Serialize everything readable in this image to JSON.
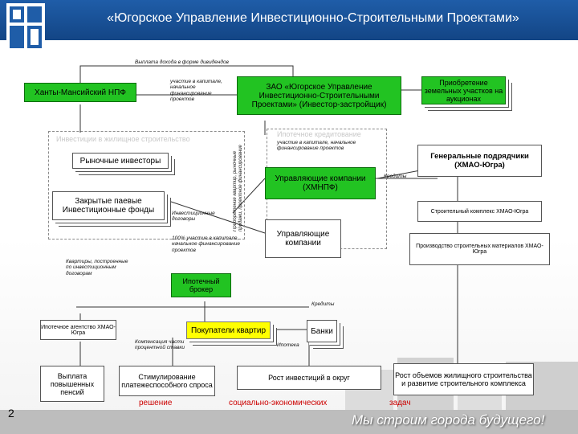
{
  "header": {
    "title": "«Югорское Управление Инвестиционно-Строительными Проектами»"
  },
  "boxes": {
    "npf": "Ханты-Мансийский НПФ",
    "zao": "ЗАО «Югорское Управление Инвестиционно-Строительными Проектами» (Инвестор-застройщик)",
    "land": "Приобретение земельных участков на аукционах",
    "market": "Рыночные инвесторы",
    "funds": "Закрытые паевые Инвестиционные фонды",
    "mgmt1": "Управляющие компании (ХМНПФ)",
    "mgmt2": "Управляющие компании",
    "contractors": "Генеральные подрядчики (ХМАО-Югра)",
    "complex": "Строительный комплекс ХМАО-Югра",
    "production": "Производство строительных материалов ХМАО-Югра",
    "broker": "Ипотечный брокер",
    "agency": "Ипотечное агентство ХМАО-Югра",
    "buyers": "Покупатели квартир",
    "banks": "Банки",
    "pensions": "Выплата повышенных пенсий",
    "stimul": "Стимулирование платежеспособного спроса",
    "growth_inv": "Рост инвестиций в округ",
    "growth_vol": "Рост объемов жилищного строительства и развитие строительного комплекса"
  },
  "annotations": {
    "dividends": "Выплата дохода в форме дивидендов",
    "participation1": "участие в капитале, начальное финансирование проектов",
    "invest_housing": "Инвестиции в жилищное строительство",
    "ipoteka": "Ипотечное кредитование",
    "participation2": "участие в капитале, начальное финансирование проектов",
    "vertical": "Приобретение квартир, рыночные продажи, проектное финансирование",
    "credits1": "Кредиты",
    "invest_agreements": "Инвестиционные договоры",
    "hundred": "100% участие в капитале, начальное финансирование проектов",
    "apartments": "Квартиры, построенные по инвестиционным договорам",
    "credits2": "Кредиты",
    "compensation": "Компенсация части процентной ставки",
    "mortgage": "Ипотека"
  },
  "footer": {
    "w1": "решение",
    "w2": "социально-экономических",
    "w3": "задач",
    "slogan": "Мы строим города будущего!",
    "page": "2"
  }
}
